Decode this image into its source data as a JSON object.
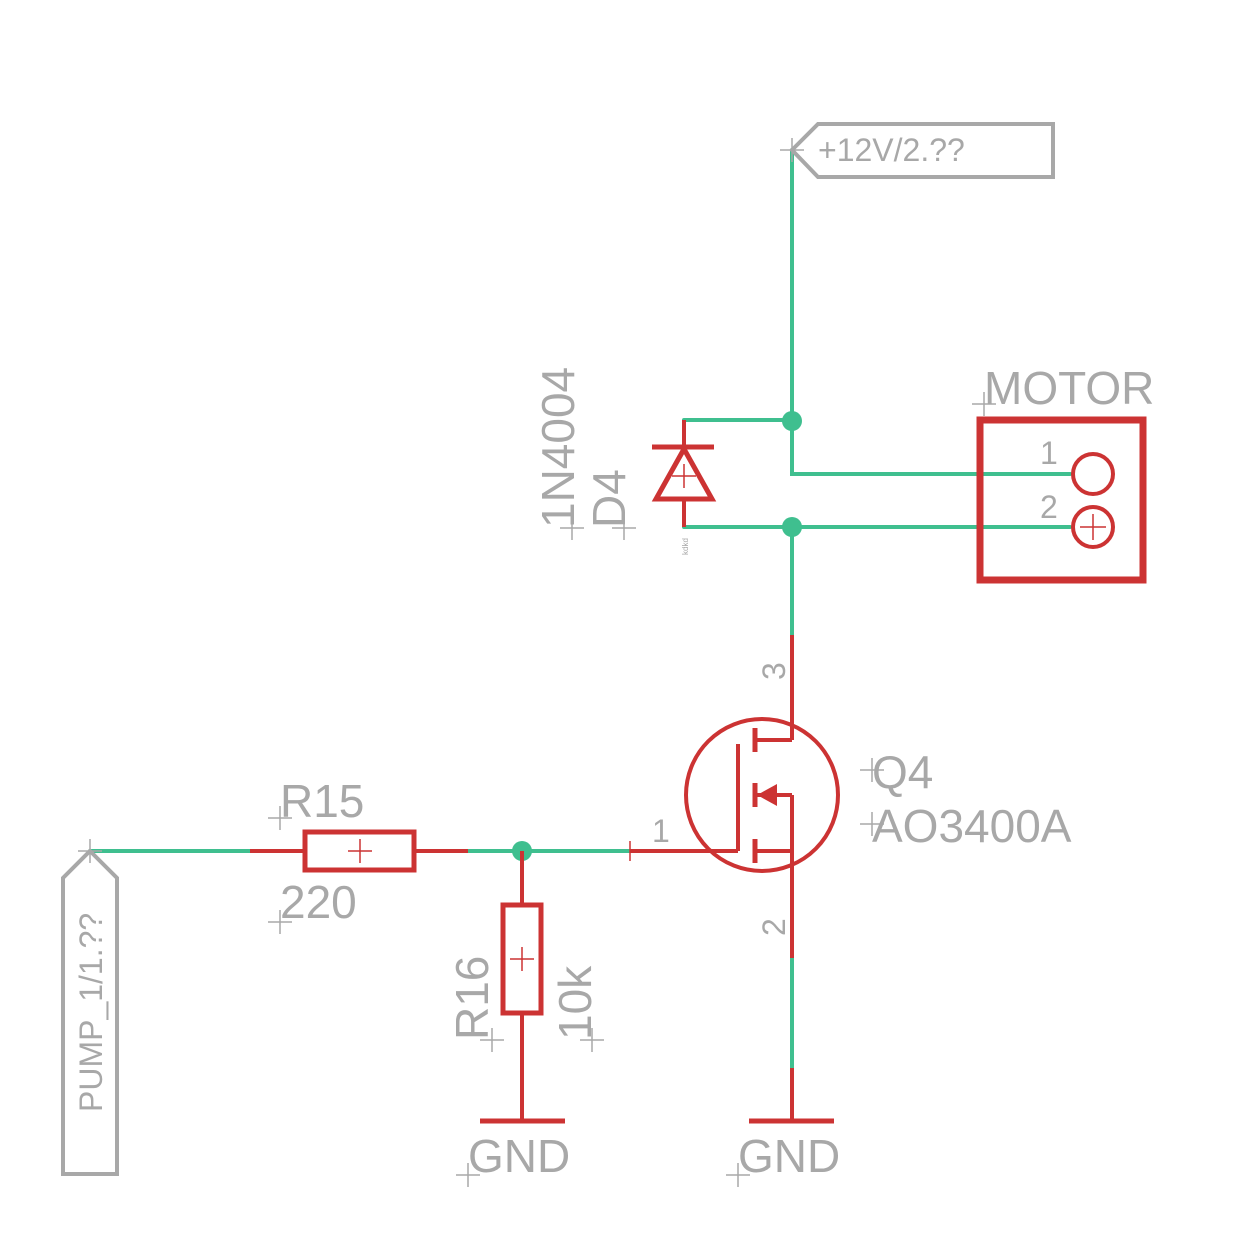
{
  "nets": {
    "supply_label": "+12V/2.??",
    "input_label": "PUMP_1/1.??",
    "gnd_left": "GND",
    "gnd_right": "GND"
  },
  "components": {
    "diode": {
      "value": "1N4004",
      "name": "D4"
    },
    "motor": {
      "name": "MOTOR",
      "pin1": "1",
      "pin2": "2"
    },
    "mosfet": {
      "name": "Q4",
      "value": "AO3400A",
      "pin_gate": "1",
      "pin_source": "2",
      "pin_drain": "3"
    },
    "r15": {
      "name": "R15",
      "value": "220"
    },
    "r16": {
      "name": "R16",
      "value": "10k"
    }
  },
  "colors": {
    "wire": "#3fbf8f",
    "part": "#cc3333",
    "label": "#a8a8a8"
  }
}
